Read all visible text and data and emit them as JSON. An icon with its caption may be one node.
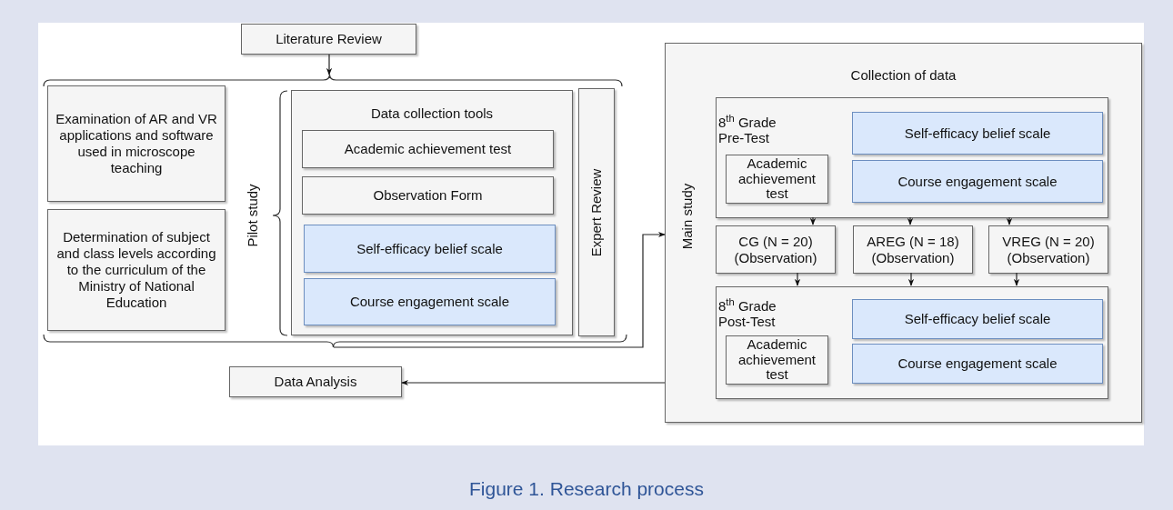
{
  "diagram": {
    "caption": "Figure 1. Research process",
    "nodes": [
      {
        "text": [
          "Literature Review"
        ]
      },
      {
        "text": [],
        "shape": "bracket"
      },
      {
        "text": [
          "Examination of AR and VR applications and software used in microscope teaching"
        ],
        "in": 1
      },
      {
        "text": [
          "Determination of subject and class levels according to the curriculum of the Ministry of National Education"
        ],
        "in": 1
      },
      {
        "text": [
          "Data collection tools"
        ],
        "in": 1
      },
      {
        "text": [
          "Academic achievement test"
        ],
        "in": 4
      },
      {
        "text": [
          "Observation Form"
        ],
        "in": 4
      },
      {
        "text": [
          "Self-efficacy belief scale"
        ],
        "in": 4
      },
      {
        "text": [
          "Course engagement scale"
        ],
        "in": 4
      },
      {
        "text": [
          "Expert Review"
        ],
        "in": 1
      },
      {
        "text": [
          "Collection of data",
          "Main study"
        ]
      },
      {
        "text": [
          "8$^{th}$ Grade Pre-Test"
        ],
        "in": 10
      },
      {
        "text": [
          "Academic achievement test"
        ],
        "in": 11
      },
      {
        "text": [
          "Self-efficacy belief scale"
        ],
        "in": 11
      },
      {
        "text": [
          "Course engagement scale"
        ],
        "in": 11
      },
      {
        "text": [
          "CG (N = 20) (Observation)"
        ],
        "in": 10
      },
      {
        "text": [
          "AREG (N = 18) (Observation)"
        ],
        "in": 10
      },
      {
        "text": [
          "VREG (N = 20) (Observation)"
        ],
        "in": 10
      },
      {
        "text": [
          "8$^{th}$ Grade Post-Test"
        ],
        "in": 10
      },
      {
        "text": [
          "Academic achievement test"
        ],
        "in": 18
      },
      {
        "text": [
          "Self-efficacy belief scale"
        ],
        "in": 18
      },
      {
        "text": [
          "Course engagement scale"
        ],
        "in": 18
      },
      {
        "text": [
          "Data Analysis"
        ]
      }
    ],
    "edges": [
      {
        "from": 0,
        "to": 1,
        "arrow": "to"
      },
      {
        "from": 1,
        "to": 10,
        "arrow": "to"
      },
      {
        "from": 10,
        "to": 22,
        "arrow": "to"
      },
      {
        "from": 11,
        "to": 15,
        "arrow": "to"
      },
      {
        "from": 11,
        "to": 16,
        "arrow": "to"
      },
      {
        "from": 11,
        "to": 17,
        "arrow": "to"
      },
      {
        "from": 15,
        "to": 18,
        "arrow": "to"
      },
      {
        "from": 16,
        "to": 18,
        "arrow": "to"
      },
      {
        "from": 17,
        "to": 18,
        "arrow": "to"
      }
    ],
    "labels": [
      "Pilot study"
    ]
  }
}
